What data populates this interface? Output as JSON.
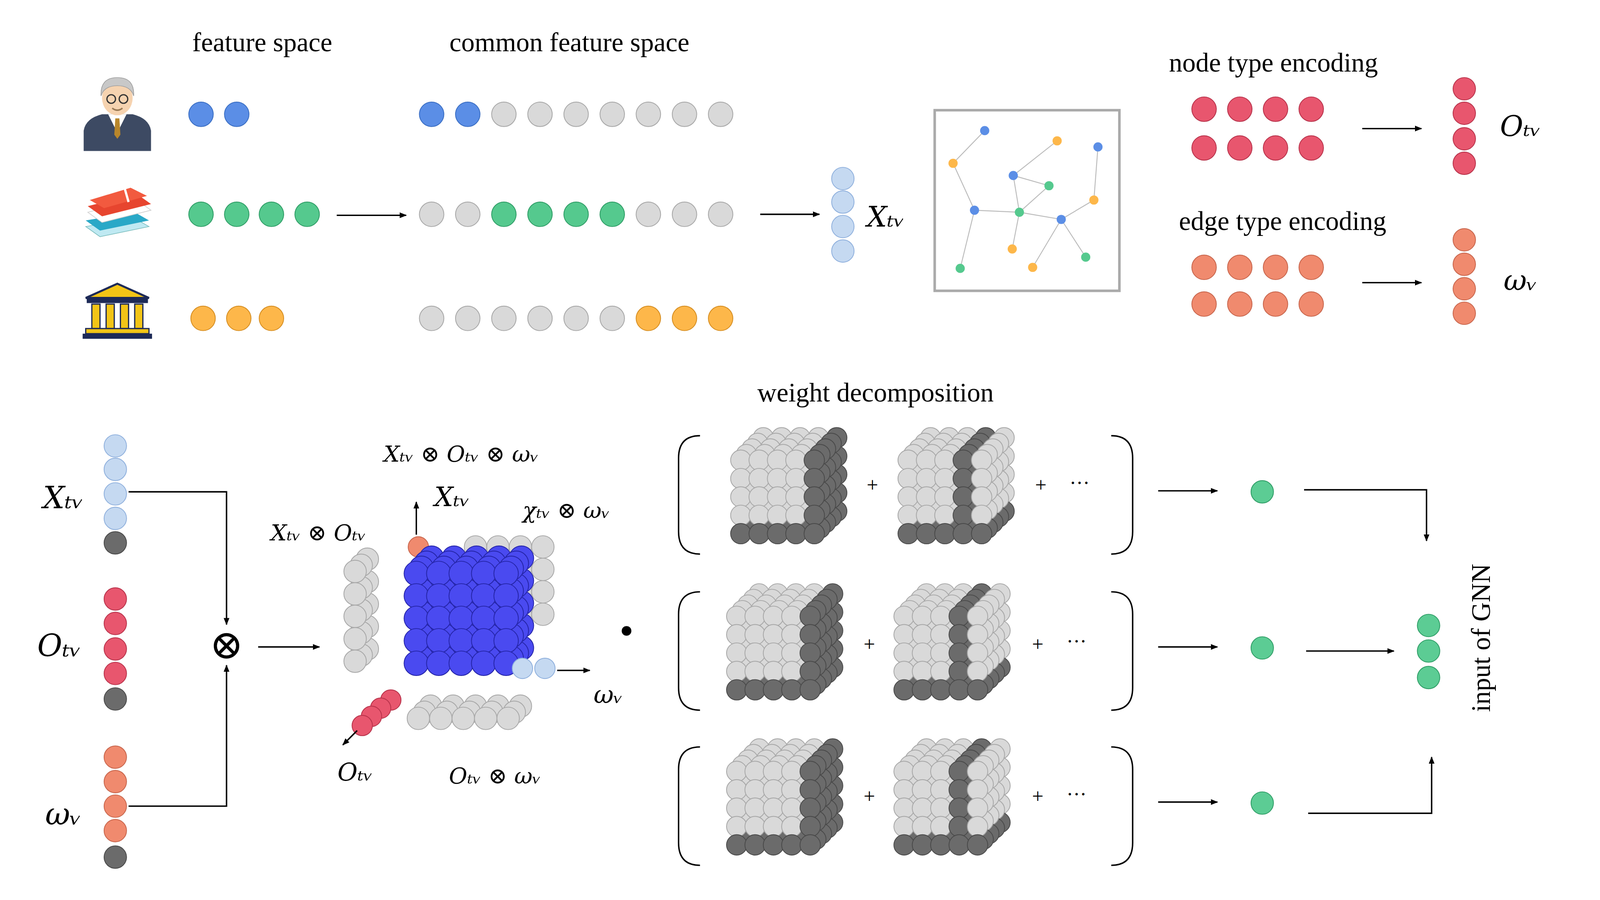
{
  "diagram": {
    "labels": [
      "feature space",
      "common feature space",
      "Xₜᵥ",
      "node type encoding",
      "Oₜᵥ",
      "edge type encoding",
      "ωᵥ",
      "weight decomposition",
      "Xₜᵥ",
      "Oₜᵥ",
      "ωᵥ",
      "⊗",
      "Xₜᵥ ⊗ Oₜᵥ ⊗ ωᵥ",
      "Xₜᵥ",
      "Xₜᵥ ⊗ Oₜᵥ",
      "χₜᵥ ⊗ ωᵥ",
      "ωᵥ",
      "Oₜᵥ",
      "Oₜᵥ ⊗ ωᵥ",
      "•",
      "+",
      "+",
      "+",
      "+",
      "+",
      "+",
      "···",
      "···",
      "···",
      "input of GNN"
    ]
  }
}
